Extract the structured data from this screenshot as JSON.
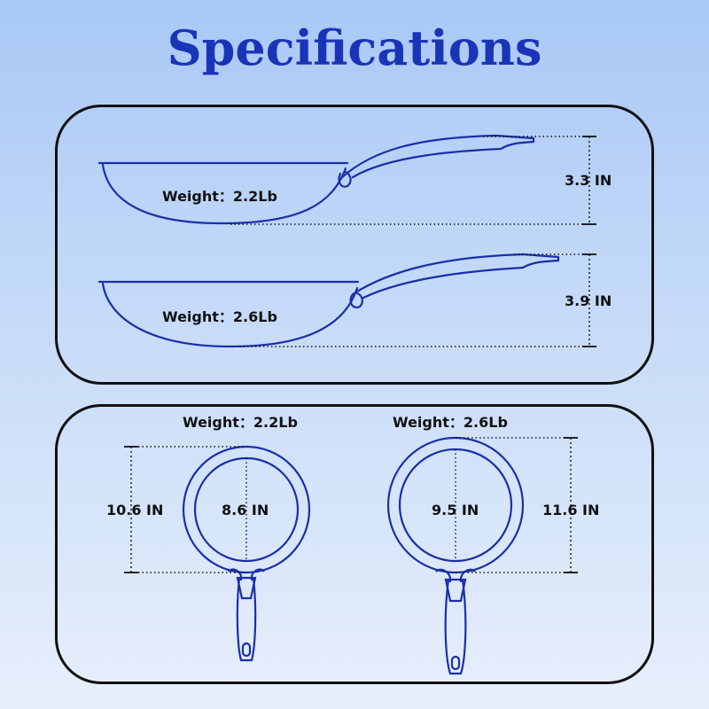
{
  "title": "Specifications",
  "side_view": {
    "pan_small": {
      "weight": "Weight：2.2Lb",
      "height": "3.3 IN"
    },
    "pan_large": {
      "weight": "Weight：2.6Lb",
      "height": "3.9 IN"
    }
  },
  "top_view": {
    "pan_small": {
      "weight": "Weight：2.2Lb",
      "outer": "10.6 IN",
      "inner": "8.6 IN"
    },
    "pan_large": {
      "weight": "Weight：2.6Lb",
      "inner": "9.5 IN",
      "outer": "11.6 IN"
    }
  },
  "colors": {
    "title": "#1a34b8",
    "line": "#1a2fa8",
    "text": "#111111"
  }
}
